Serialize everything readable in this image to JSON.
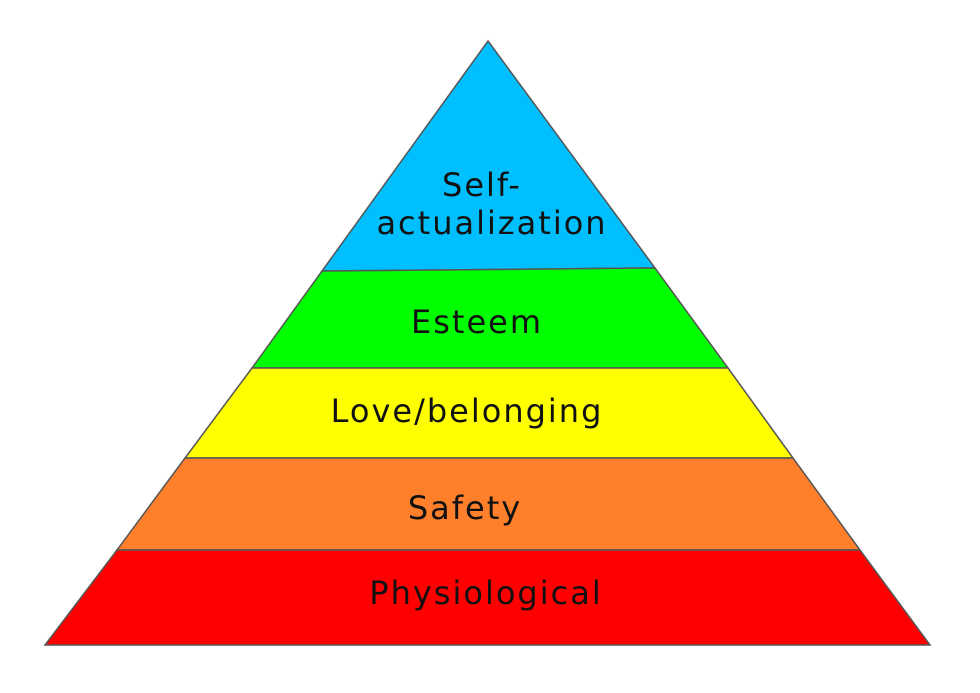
{
  "diagram": {
    "type": "pyramid",
    "tiers": [
      {
        "label_line1": "Self-",
        "label_line2": "actualization",
        "color": "#00BFFF"
      },
      {
        "label": "Esteem",
        "color": "#00FF00"
      },
      {
        "label": "Love/belonging",
        "color": "#FFFF00"
      },
      {
        "label": "Safety",
        "color": "#FF7F2A"
      },
      {
        "label": "Physiological",
        "color": "#FF0000"
      }
    ]
  }
}
